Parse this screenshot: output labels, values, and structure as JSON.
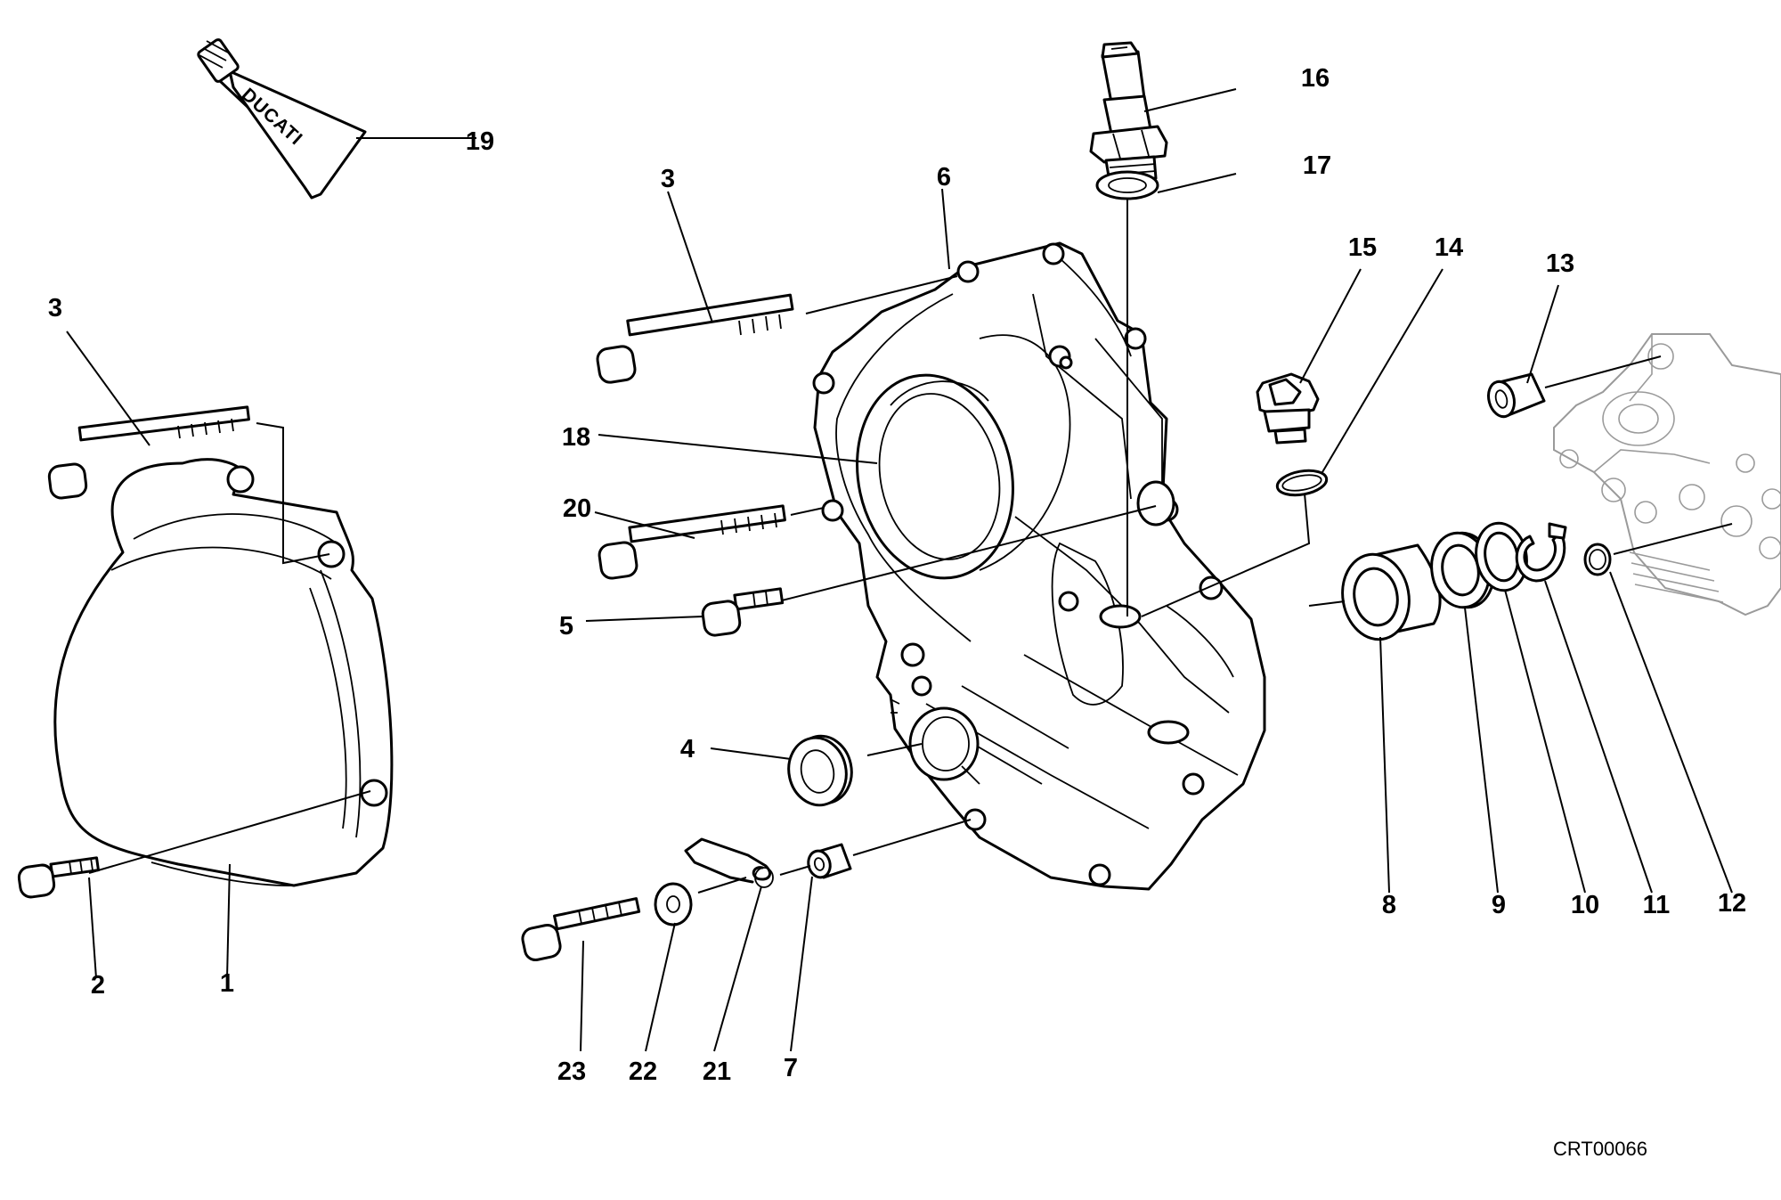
{
  "drawing": {
    "reference_code": "CRT00066",
    "tube_brand": "DUCATI"
  },
  "callouts": [
    {
      "id": "c1",
      "label": "1"
    },
    {
      "id": "c2",
      "label": "2"
    },
    {
      "id": "c3a",
      "label": "3"
    },
    {
      "id": "c3b",
      "label": "3"
    },
    {
      "id": "c4",
      "label": "4"
    },
    {
      "id": "c5",
      "label": "5"
    },
    {
      "id": "c6",
      "label": "6"
    },
    {
      "id": "c7",
      "label": "7"
    },
    {
      "id": "c8",
      "label": "8"
    },
    {
      "id": "c9",
      "label": "9"
    },
    {
      "id": "c10",
      "label": "10"
    },
    {
      "id": "c11",
      "label": "11"
    },
    {
      "id": "c12",
      "label": "12"
    },
    {
      "id": "c13",
      "label": "13"
    },
    {
      "id": "c14",
      "label": "14"
    },
    {
      "id": "c15",
      "label": "15"
    },
    {
      "id": "c16",
      "label": "16"
    },
    {
      "id": "c17",
      "label": "17"
    },
    {
      "id": "c18",
      "label": "18"
    },
    {
      "id": "c19",
      "label": "19"
    },
    {
      "id": "c20",
      "label": "20"
    },
    {
      "id": "c21",
      "label": "21"
    },
    {
      "id": "c22",
      "label": "22"
    },
    {
      "id": "c23",
      "label": "23"
    }
  ]
}
